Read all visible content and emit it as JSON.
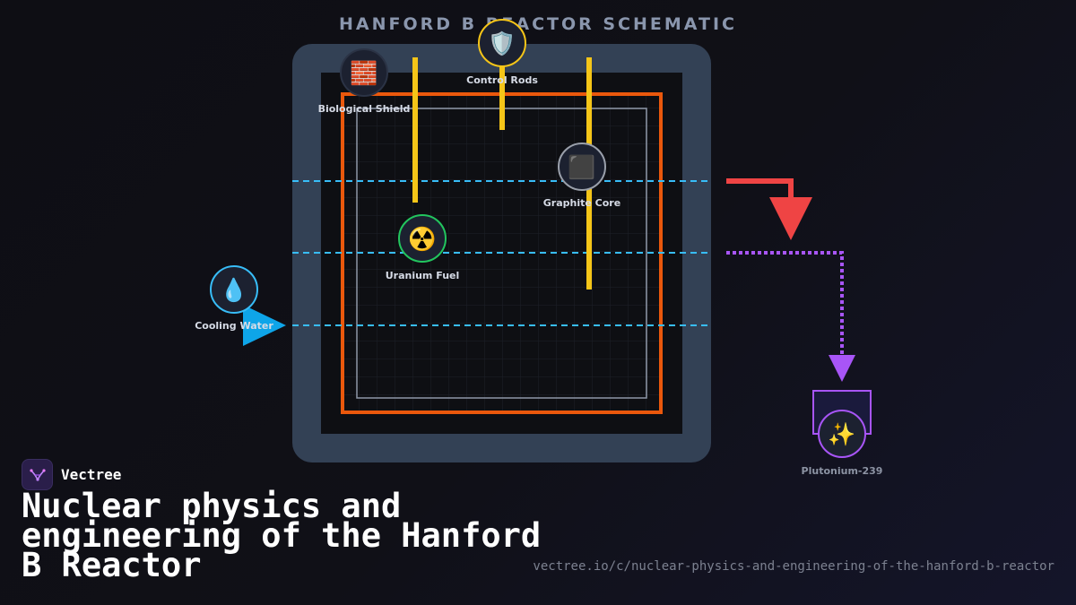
{
  "diagram": {
    "title": "HANFORD B REACTOR SCHEMATIC",
    "nodes": {
      "biological_shield": {
        "label": "Biological Shield",
        "icon": "brick-icon",
        "glyph": "🧱",
        "ring": "#2b3345"
      },
      "control_rods": {
        "label": "Control Rods",
        "icon": "shield-icon",
        "glyph": "🛡️",
        "ring": "#f5c518"
      },
      "graphite_core": {
        "label": "Graphite Core",
        "icon": "black-square-icon",
        "glyph": "⬛",
        "ring": "#9aa0ab"
      },
      "uranium_fuel": {
        "label": "Uranium Fuel",
        "icon": "radioactive-icon",
        "glyph": "☢️",
        "ring": "#22c55e"
      },
      "cooling_water": {
        "label": "Cooling Water",
        "icon": "water-drop-icon",
        "glyph": "💧",
        "ring": "#38bdf8"
      },
      "plutonium": {
        "label": "Plutonium-239",
        "icon": "sparkles-icon",
        "glyph": "✨",
        "ring": "#a855f7"
      }
    },
    "colors": {
      "shield": "#334155",
      "core_border": "#ea580c",
      "control_rod": "#f5c518",
      "coolant": "#38bdf8",
      "heat_arrow": "#ef4444",
      "plutonium_path": "#a855f7"
    }
  },
  "footer": {
    "brand": "Vectree",
    "headline": "Nuclear physics and engineering of the Hanford B Reactor",
    "url": "vectree.io/c/nuclear-physics-and-engineering-of-the-hanford-b-reactor"
  }
}
